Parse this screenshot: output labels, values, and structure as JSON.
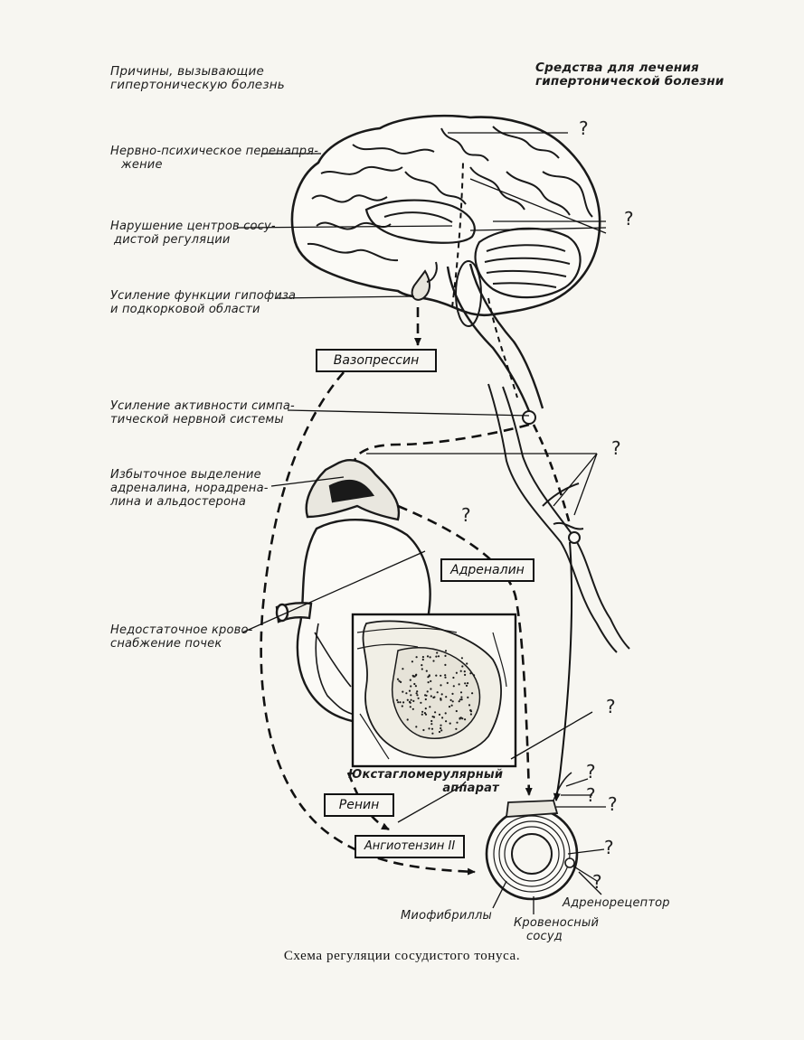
{
  "headings": {
    "causes": [
      "Причины, вызывающие",
      "гипертоническую болезнь"
    ],
    "treatment": [
      "Средства для лечения",
      "гипертонической болезни"
    ]
  },
  "causes": {
    "stress": [
      "Нервно-психическое перенапря-",
      "жение"
    ],
    "centers": [
      "Нарушение центров сосу-",
      "дистой регуляции"
    ],
    "pituitary": [
      "Усиление функции гипофиза",
      "и подкорковой области"
    ],
    "sympathetic": [
      "Усиление активности симпа-",
      "тической нервной системы"
    ],
    "adrenal": [
      "Избыточное выделение",
      "адреналина, норадрена-",
      "лина и альдостерона"
    ],
    "kidney": [
      "Недостаточное крово-",
      "снабжение почек"
    ]
  },
  "boxes": {
    "vasopressin": "Вазопрессин",
    "adrenaline": "Адреналин",
    "renin": "Ренин",
    "angiotensin": "Ангиотензин II"
  },
  "labels": {
    "jga": [
      "Юкстагломерулярный",
      "аппарат"
    ],
    "myofibrils": "Миофибриллы",
    "vessel": [
      "Кровеносный",
      "сосуд"
    ],
    "adrenoreceptor": "Адренорецептор"
  },
  "question_mark": "?",
  "caption": "Схема регуляции сосудистого тонуса."
}
